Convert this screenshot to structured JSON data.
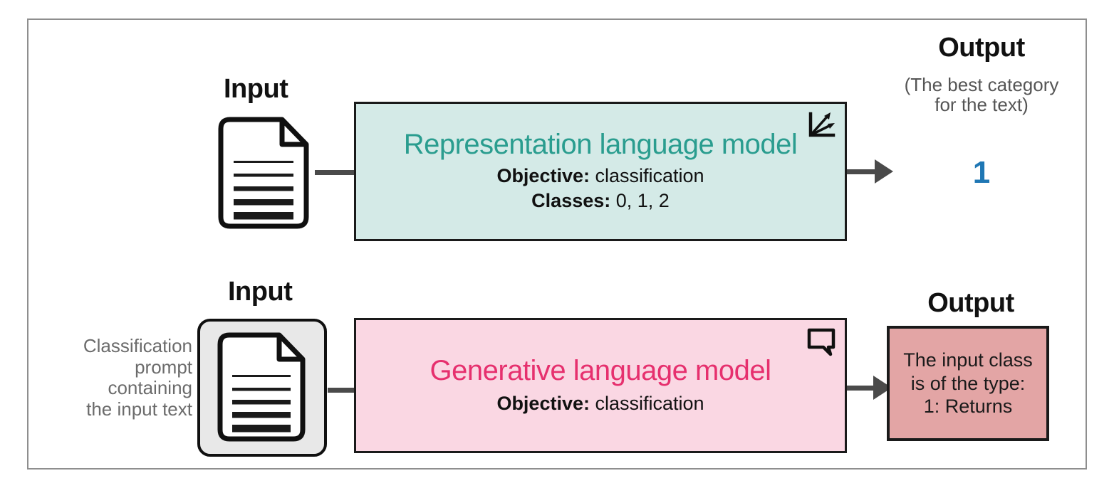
{
  "diagram": {
    "title": "Representation vs Generative language model classification",
    "colors": {
      "representation_fill": "#d4eae7",
      "representation_text": "#2a9d8f",
      "generative_fill": "#fad7e3",
      "generative_text": "#e6306e",
      "output_box_fill": "#e3a5a5",
      "output_number": "#1f77b4",
      "border": "#1a1a1a",
      "connector": "#4a4a4a",
      "frame": "#8e8e8e",
      "doc_wrap_fill": "#e8e8e8",
      "muted_text": "#6b6b6b"
    }
  },
  "row_top": {
    "input_label": "Input",
    "input_icon": "document-icon",
    "model": {
      "title": "Representation language model",
      "objective_key": "Objective:",
      "objective_value": "classification",
      "classes_key": "Classes:",
      "classes_value": "0, 1, 2",
      "corner_icon": "vector-axes-icon"
    },
    "output_label": "Output",
    "output_sub_line1": "(The best category",
    "output_sub_line2": "for the text)",
    "output_value": "1"
  },
  "row_bottom": {
    "input_label": "Input",
    "input_icon": "document-icon",
    "input_note_line1": "Classification",
    "input_note_line2": "prompt",
    "input_note_line3": "containing",
    "input_note_line4": "the input text",
    "model": {
      "title": "Generative language model",
      "objective_key": "Objective:",
      "objective_value": "classification",
      "corner_icon": "speech-bubble-icon"
    },
    "output_label": "Output",
    "output_box_line1": "The input class",
    "output_box_line2": "is of the type:",
    "output_box_line3": "1: Returns"
  }
}
